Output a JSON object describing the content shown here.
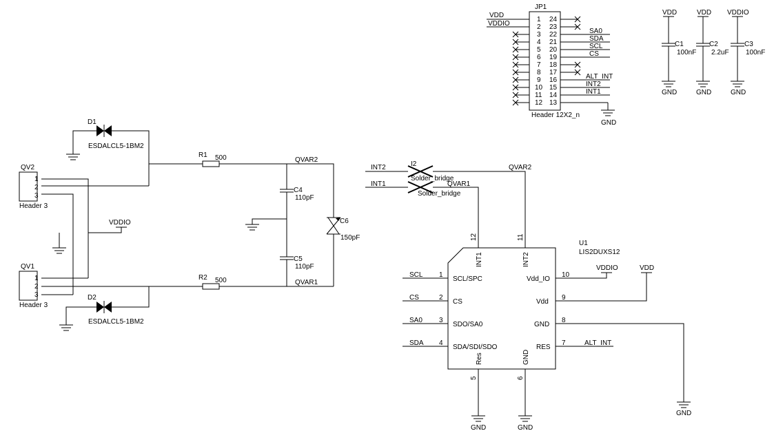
{
  "colors": {
    "ink": "#000000",
    "paper": "#ffffff"
  },
  "jp1": {
    "ref": "JP1",
    "value": "Header 12X2_n",
    "left_pins": [
      "1",
      "2",
      "3",
      "4",
      "5",
      "6",
      "7",
      "8",
      "9",
      "10",
      "11",
      "12"
    ],
    "right_pins": [
      "24",
      "23",
      "22",
      "21",
      "20",
      "19",
      "18",
      "17",
      "16",
      "15",
      "14",
      "13"
    ],
    "left_nets": [
      "VDD",
      "VDDIO"
    ],
    "right_nets": [
      "SA0",
      "SDA",
      "SCL",
      "CS",
      "ALT_INT",
      "INT2",
      "INT1"
    ],
    "gnd": "GND"
  },
  "decoupling": [
    {
      "ref": "C1",
      "value": "100nF",
      "net": "VDD",
      "gnd": "GND"
    },
    {
      "ref": "C2",
      "value": "2.2uF",
      "net": "VDD",
      "gnd": "GND"
    },
    {
      "ref": "C3",
      "value": "100nF",
      "net": "VDDIO",
      "gnd": "GND"
    }
  ],
  "front_end": {
    "d1": {
      "ref": "D1",
      "value": "ESDALCL5-1BM2"
    },
    "d2": {
      "ref": "D2",
      "value": "ESDALCL5-1BM2"
    },
    "r1": {
      "ref": "R1",
      "value": "500"
    },
    "r2": {
      "ref": "R2",
      "value": "500"
    },
    "c4": {
      "ref": "C4",
      "value": "110pF"
    },
    "c5": {
      "ref": "C5",
      "value": "110pF"
    },
    "c6": {
      "ref": "C6",
      "value": "150pF"
    },
    "qvar2_net": "QVAR2",
    "qvar1_net": "QVAR1",
    "vddio": "VDDIO",
    "qv2": {
      "ref": "QV2",
      "value": "Header 3",
      "pins": [
        "1",
        "2",
        "3"
      ]
    },
    "qv1": {
      "ref": "QV1",
      "value": "Header 3",
      "pins": [
        "1",
        "2",
        "3"
      ]
    }
  },
  "bridges": {
    "i2": {
      "ref": "I2",
      "value": "Solder_bridge",
      "left_net": "INT2",
      "right_net": "QVAR2"
    },
    "i1": {
      "value": "Solder_bridge",
      "left_net": "INT1",
      "right_net": "QVAR1"
    }
  },
  "u1": {
    "ref": "U1",
    "value": "LIS2DUXS12",
    "left": [
      {
        "pin": "1",
        "name": "SCL/SPC",
        "net": "SCL"
      },
      {
        "pin": "2",
        "name": "CS",
        "net": "CS"
      },
      {
        "pin": "3",
        "name": "SDO/SA0",
        "net": "SA0"
      },
      {
        "pin": "4",
        "name": "SDA/SDI/SDO",
        "net": "SDA"
      }
    ],
    "right": [
      {
        "pin": "10",
        "name": "Vdd_IO",
        "net": "VDDIO"
      },
      {
        "pin": "9",
        "name": "Vdd",
        "net": "VDD"
      },
      {
        "pin": "8",
        "name": "GND",
        "net": ""
      },
      {
        "pin": "7",
        "name": "RES",
        "net": "ALT_INT"
      }
    ],
    "top": [
      {
        "pin": "12",
        "name": "INT1"
      },
      {
        "pin": "11",
        "name": "INT2"
      }
    ],
    "bottom": [
      {
        "pin": "5",
        "name": "Res"
      },
      {
        "pin": "6",
        "name": "GND"
      }
    ],
    "gnd": "GND"
  }
}
